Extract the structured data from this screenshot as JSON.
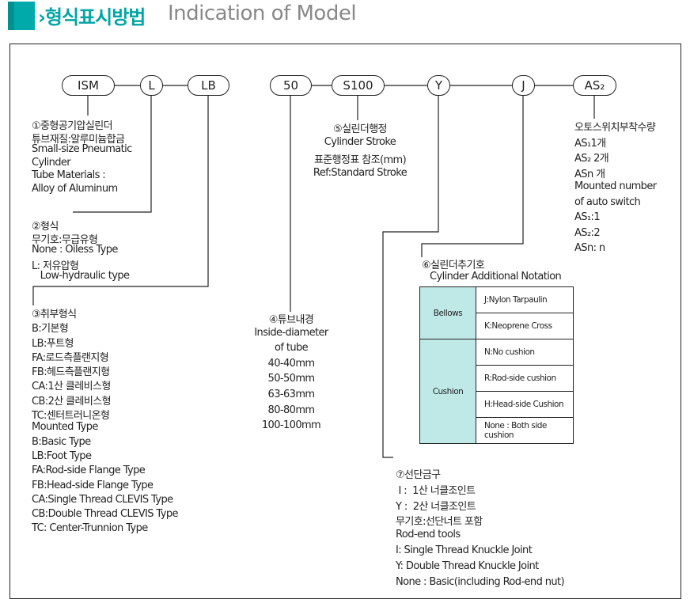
{
  "header": {
    "title_ko": "›형식표시방법",
    "title_en": "Indication of Model"
  },
  "codes": [
    "ISM",
    "L",
    "LB",
    "50",
    "S100",
    "Y",
    "J",
    "AS₂"
  ],
  "block1": [
    "①중형공기압실린더",
    "튜브재질:알루미늄합금",
    "Small-size Pneumatic",
    "Cylinder",
    "Tube Materials :",
    " Alloy of Aluminum"
  ],
  "block2": [
    "②형식",
    "무기호:무급유형",
    "None : Oiless Type",
    "L: 저유압형",
    "   Low-hydraulic type"
  ],
  "block3": [
    "③취부형식",
    "B:기본형",
    "LB:푸트형",
    "FA:로드측플랜지형",
    "FB:헤드측플랜지형",
    "CA:1산 클레비스형",
    "CB:2산 클레비스형",
    "TC:센터트러니온형",
    "Mounted Type",
    "B:Basic Type",
    "LB:Foot Type",
    "FA:Rod-side Flange Type",
    "FB:Head-side Flange Type",
    "CA:Single Thread CLEVIS Type",
    "CB:Double Thread CLEVIS Type",
    "TC: Center-Trunnion Type"
  ],
  "block4": [
    "④튜브내경",
    "Inside-diameter",
    "of tube",
    "40-40mm",
    "50-50mm",
    "63-63mm",
    "80-80mm",
    "100-100mm"
  ],
  "block5": [
    "⑤실린더행정",
    "Cylinder Stroke",
    "표준행정표 참조(mm)",
    "Ref:Standard Stroke"
  ],
  "block6": {
    "title": "⑥실린더추기호",
    "subtitle": "Cylinder Additional Notation",
    "groups": [
      {
        "name": "Bellows",
        "items": [
          "J:Nylon Tarpaulin",
          "K:Neoprene Cross"
        ]
      },
      {
        "name": "Cushion",
        "items": [
          "N:No cushion",
          "R:Rod-side cushion",
          "H:Head-side Cushion",
          "None : Both side cushion"
        ]
      }
    ]
  },
  "block7": [
    "⑦선단금구",
    " I :  1산 너클조인트",
    "Y :  2산 너클조인트",
    "무기호:선단너트 포함",
    "Rod-end tools",
    "I: Single Thread Knuckle Joint",
    "Y: Double Thread Knuckle Joint",
    "None : Basic(including Rod-end nut)"
  ],
  "block8": [
    "오토스위치부착수량",
    "AS₁1개",
    "AS₂ 2개",
    "ASn 개",
    "Mounted number",
    "of auto switch",
    "AS₁:1",
    "AS₂:2",
    "ASn: n"
  ]
}
